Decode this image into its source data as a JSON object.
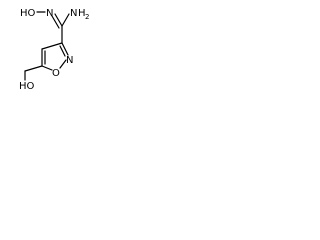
{
  "molecule": {
    "labels": {
      "hydroxyimino_group": "HO",
      "hydroxyimino_n": "N",
      "amine_nitrogen": "N",
      "amine_hydrogens": "H",
      "amine_hydrogen_count": "2",
      "ring_nitrogen": "N",
      "ring_oxygen": "O",
      "hydroxymethyl_group": "HO"
    },
    "colors": {
      "bond": "#000000",
      "text": "#000000",
      "background": "#ffffff"
    }
  }
}
